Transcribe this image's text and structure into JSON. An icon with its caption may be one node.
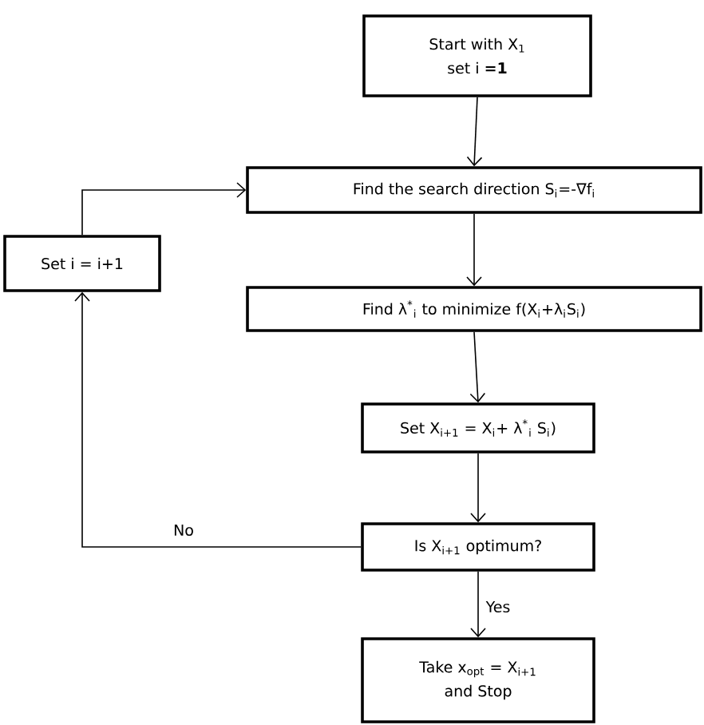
{
  "diagram": {
    "nodes": [
      {
        "text": [
          "Start with X$_{1}$",
          "set i **=1**"
        ]
      },
      {
        "text": [
          "Find the search direction S$_{i}$=-∇f$_{i}$"
        ]
      },
      {
        "text": [
          "Find λ$^{*}$$_{i}$ to minimize f(X$_{i}$+λ$_{i}$S$_{i}$)"
        ]
      },
      {
        "text": [
          "Set X$_{i+1}$ = X$_{i}$+ λ$^{*}$$_{i}$ S$_{i}$)"
        ]
      },
      {
        "text": [
          "Is X$_{i+1}$ optimum?"
        ]
      },
      {
        "text": [
          "Take x$_{opt}$ = X$_{i+1}$",
          "and Stop"
        ]
      },
      {
        "text": [
          "Set i = i+1"
        ]
      }
    ],
    "edges": [
      {
        "from": 0,
        "to": 1,
        "arrow": "to"
      },
      {
        "from": 1,
        "to": 2,
        "arrow": "to"
      },
      {
        "from": 2,
        "to": 3,
        "arrow": "to"
      },
      {
        "from": 3,
        "to": 4,
        "arrow": "to"
      },
      {
        "from": 4,
        "to": 5,
        "arrow": "to",
        "label": "Yes"
      },
      {
        "from": 4,
        "to": 6,
        "arrow": "to",
        "label": "No"
      },
      {
        "from": 6,
        "to": 1,
        "arrow": "to"
      }
    ]
  }
}
